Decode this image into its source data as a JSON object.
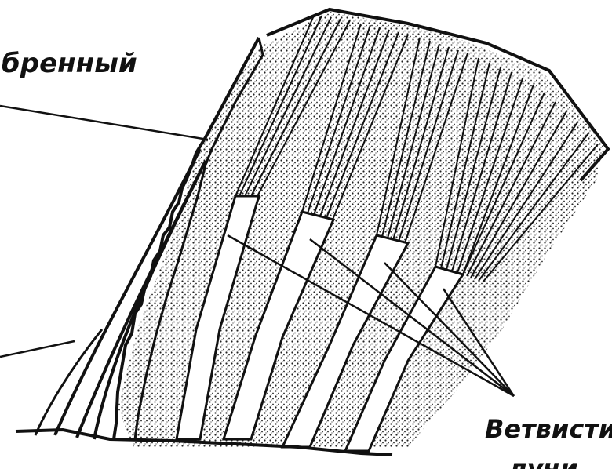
{
  "labels": {
    "top_left": "бренный",
    "bottom_right": "Ветвисти",
    "bottom_right_cut": "лучи"
  },
  "colors": {
    "ink": "#111111",
    "paper": "#ffffff"
  }
}
